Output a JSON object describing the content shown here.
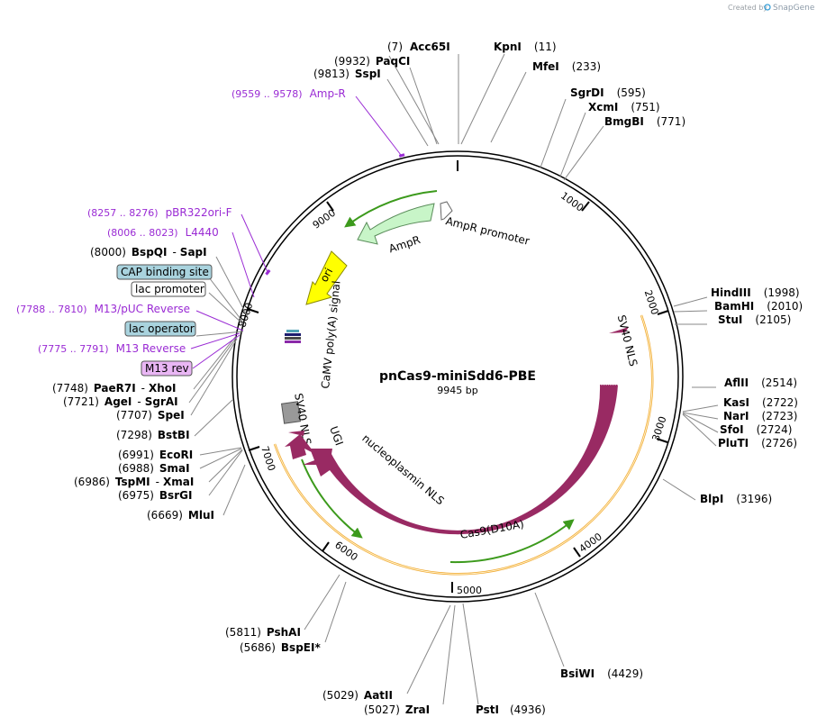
{
  "header": {
    "credit_text": "Created by",
    "brand": "SnapGene"
  },
  "plasmid": {
    "name": "pnCas9-miniSdd6-PBE",
    "length": "9945 bp"
  },
  "ticks": [
    "1000",
    "2000",
    "3000",
    "4000",
    "5000",
    "6000",
    "7000",
    "8000",
    "9000"
  ],
  "enzymes_right": [
    {
      "name": "Acc65I",
      "pos": "(7)"
    },
    {
      "name": "KpnI",
      "pos": "(11)"
    },
    {
      "name": "PaqCI",
      "pos": "(9932)"
    },
    {
      "name": "MfeI",
      "pos": "(233)"
    },
    {
      "name": "SspI",
      "pos": "(9813)"
    },
    {
      "name": "SgrDI",
      "pos": "(595)"
    },
    {
      "name": "XcmI",
      "pos": "(751)"
    },
    {
      "name": "BmgBI",
      "pos": "(771)"
    },
    {
      "name": "HindIII",
      "pos": "(1998)"
    },
    {
      "name": "BamHI",
      "pos": "(2010)"
    },
    {
      "name": "StuI",
      "pos": "(2105)"
    },
    {
      "name": "AflII",
      "pos": "(2514)"
    },
    {
      "name": "KasI",
      "pos": "(2722)"
    },
    {
      "name": "NarI",
      "pos": "(2723)"
    },
    {
      "name": "SfoI",
      "pos": "(2724)"
    },
    {
      "name": "PluTI",
      "pos": "(2726)"
    },
    {
      "name": "BlpI",
      "pos": "(3196)"
    },
    {
      "name": "BsiWI",
      "pos": "(4429)"
    },
    {
      "name": "PstI",
      "pos": "(4936)"
    },
    {
      "name": "ZraI",
      "pos": "(5027)"
    },
    {
      "name": "AatII",
      "pos": "(5029)"
    },
    {
      "name": "BspEI",
      "pos": "(5686)",
      "mark": "*"
    },
    {
      "name": "PshAI",
      "pos": "(5811)"
    }
  ],
  "enzymes_left": [
    {
      "name": "BspQI",
      "pos": "(8000)",
      "partner": "SapI"
    },
    {
      "name": "PaeR7I",
      "pos": "(7748)",
      "partner": "XhoI"
    },
    {
      "name": "AgeI",
      "pos": "(7721)",
      "partner": "SgrAI"
    },
    {
      "name": "SpeI",
      "pos": "(7707)"
    },
    {
      "name": "BstBI",
      "pos": "(7298)"
    },
    {
      "name": "EcoRI",
      "pos": "(6991)"
    },
    {
      "name": "SmaI",
      "pos": "(6988)"
    },
    {
      "name": "TspMI",
      "pos": "(6986)",
      "partner": "XmaI"
    },
    {
      "name": "BsrGI",
      "pos": "(6975)"
    },
    {
      "name": "MluI",
      "pos": "(6669)"
    }
  ],
  "primers": [
    {
      "range": "(9559 .. 9578)",
      "name": "Amp-R"
    },
    {
      "range": "(8257 .. 8276)",
      "name": "pBR322ori-F"
    },
    {
      "range": "(8006 .. 8023)",
      "name": "L4440"
    },
    {
      "range": "(7788 .. 7810)",
      "name": "M13/pUC Reverse"
    },
    {
      "range": "(7775 .. 7791)",
      "name": "M13 Reverse"
    }
  ],
  "boxed_features": [
    {
      "name": "CAP binding site",
      "style": "blue"
    },
    {
      "name": "lac promoter",
      "style": "white"
    },
    {
      "name": "lac operator",
      "style": "blue"
    },
    {
      "name": "M13 rev",
      "style": "purple"
    }
  ],
  "features": {
    "ampr_promoter": "AmpR promoter",
    "ampr": "AmpR",
    "ori": "ori",
    "sv40_nls_right": "SV40 NLS",
    "cas9": "Cas9(D10A)",
    "nucleoplasmin": "nucleoplasmin NLS",
    "ugi": "UGI",
    "sv40_nls_left": "SV40 NLS",
    "camv": "CaMV poly(A) signal"
  },
  "colors": {
    "ampr": "#c8f5c8",
    "ori": "#ffff00",
    "cas9": "#992a63",
    "orange": "#f0a830",
    "green": "#3c9a1c",
    "primer": "#9a2bd4",
    "box_blue": "#a9d3de",
    "box_purple": "#e9b6f4"
  }
}
